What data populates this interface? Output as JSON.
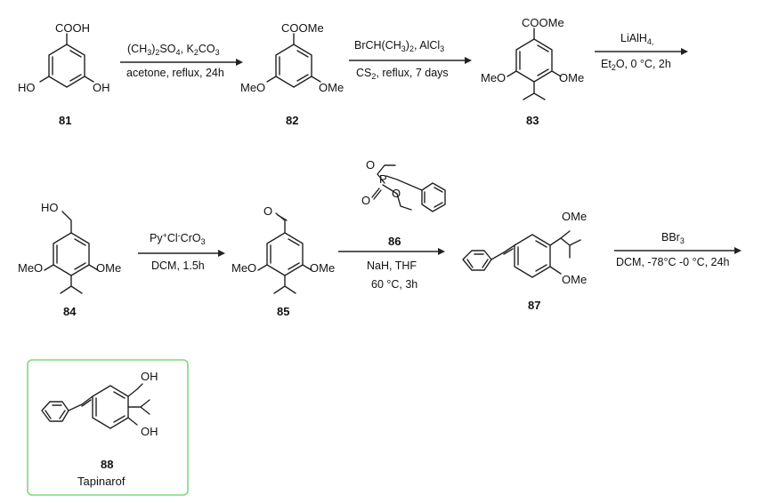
{
  "compounds": [
    {
      "id": "81",
      "groups": {
        "top": "COOH",
        "left": "HO",
        "right": "OH"
      }
    },
    {
      "id": "82",
      "groups": {
        "top": "COOMe",
        "left": "MeO",
        "right": "OMe"
      }
    },
    {
      "id": "83",
      "groups": {
        "top": "COOMe",
        "left": "MeO",
        "right": "OMe"
      }
    },
    {
      "id": "84",
      "groups": {
        "top": "HO",
        "left": "MeO",
        "right": "OMe"
      }
    },
    {
      "id": "85",
      "groups": {
        "top": "O",
        "left": "MeO",
        "right": "OMe"
      }
    },
    {
      "id": "86",
      "groups": {
        "p": "P",
        "o1": "O",
        "o2": "O",
        "o3": "O"
      }
    },
    {
      "id": "87",
      "groups": {
        "top": "OMe",
        "bottom": "OMe"
      }
    },
    {
      "id": "88",
      "name": "Tapinarof",
      "groups": {
        "top": "OH",
        "bottom": "OH"
      }
    }
  ],
  "steps": [
    {
      "from": "81",
      "to": "82",
      "reagent": "(CH3)2SO4, K2CO3",
      "conditions": "acetone, reflux, 24h"
    },
    {
      "from": "82",
      "to": "83",
      "reagent": "BrCH(CH3)2, AlCl3",
      "conditions": "CS2, reflux, 7 days"
    },
    {
      "from": "83",
      "to": "84",
      "reagent": "LiAlH4,",
      "conditions": "Et2O, 0 °C, 2h"
    },
    {
      "from": "84",
      "to": "85",
      "reagent": "Py+Cl-CrO3",
      "conditions": "DCM, 1.5h"
    },
    {
      "from": "85",
      "to": "87",
      "reagent": "86",
      "conditions": "NaH, THF",
      "conditions2": "60 °C, 3h"
    },
    {
      "from": "87",
      "to": "88",
      "reagent": "BBr3",
      "conditions": "DCM, -78°C -0 °C, 24h"
    }
  ],
  "colors": {
    "highlight_box": "#7ed87e",
    "ink": "#222222"
  }
}
